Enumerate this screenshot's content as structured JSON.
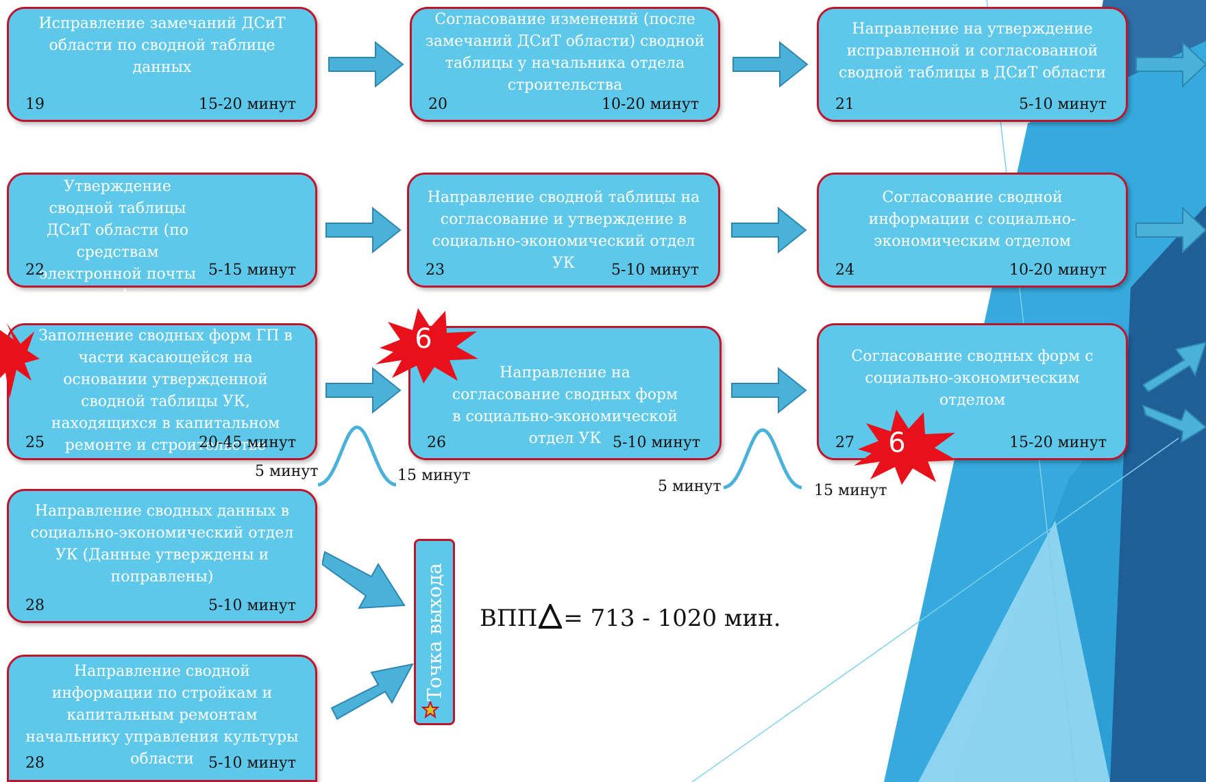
{
  "boxes": [
    {
      "text": "Исправление замечаний ДСиТ области по сводной таблице данных",
      "num": "19",
      "time": "15-20 минут"
    },
    {
      "text": "Согласование изменений (после замечаний ДСиТ области) сводной таблицы у начальника отдела строительства",
      "num": "20",
      "time": "10-20 минут"
    },
    {
      "text": "Направление на утверждение исправленной и согласованной сводной таблицы в ДСиТ области",
      "num": "21",
      "time": "5-10 минут"
    },
    {
      "text": "Утверждение сводной таблицы ДСиТ области (по средствам электронной почты или телефонного звонка)",
      "num": "22",
      "time": "5-15 минут"
    },
    {
      "text": "Направление сводной таблицы на согласование и утверждение в социально-экономический отдел УК",
      "num": "23",
      "time": "5-10 минут"
    },
    {
      "text": "Согласование сводной информации с социально-экономическим отделом",
      "num": "24",
      "time": "10-20 минут"
    },
    {
      "text": "Заполнение сводных форм ГП в части касающейся на основании утвержденной сводной таблицы УК, находящихся в капитальном ремонте и строительстве",
      "num": "25",
      "time": "20-45 минут"
    },
    {
      "text": "Направление на согласование сводных форм в социально-экономической отдел УК",
      "num": "26",
      "time": "5-10 минут"
    },
    {
      "text": "Согласование сводных форм с социально-экономическим отделом",
      "num": "27",
      "time": "15-20 минут"
    },
    {
      "text": "Направление сводных данных в социально-экономический отдел УК (Данные утверждены и поправлены)",
      "num": "28",
      "time": "5-10 минут"
    },
    {
      "text": "Направление сводной информации по стройкам и капитальным ремонтам начальнику управления культуры области",
      "num": "28",
      "time": "5-10 минут"
    }
  ],
  "wait_labels": [
    "5 минут",
    "15 минут",
    "5 минут",
    "15 минут"
  ],
  "bursts": [
    "6",
    "6"
  ],
  "exit_label": "Точка выхода",
  "formula": {
    "prefix": "ВПП",
    "suffix": "= 713 - 1020 мин."
  },
  "colors": {
    "box_fill": "#5ec8ea",
    "box_border": "#c0142c",
    "arrow": "#4ab2d8",
    "burst": "#e8101a"
  }
}
